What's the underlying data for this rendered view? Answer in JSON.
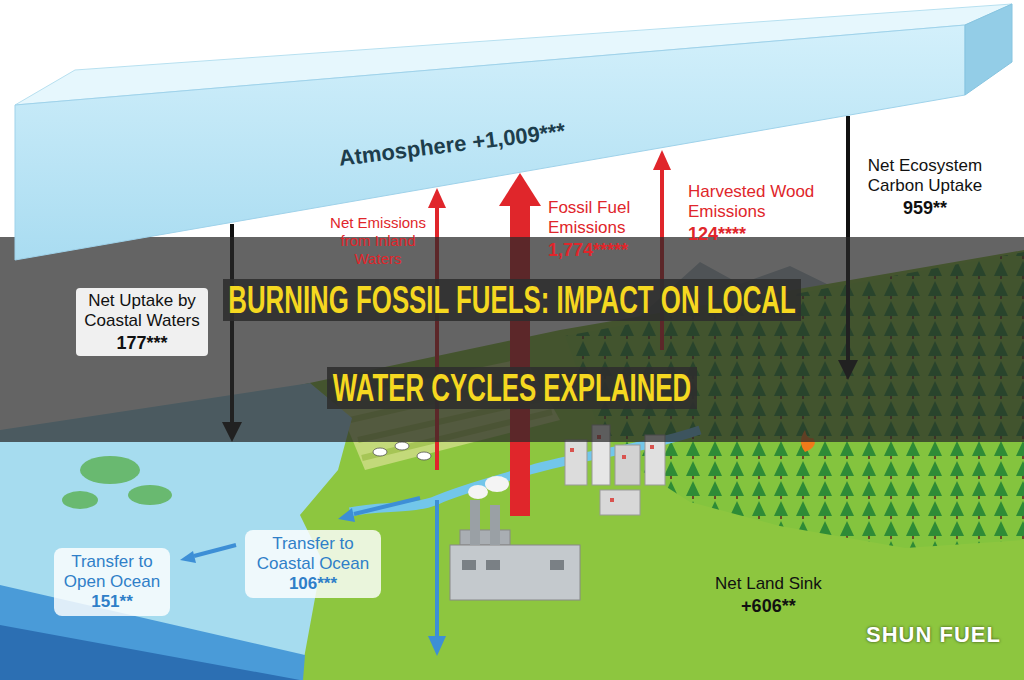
{
  "diagram": {
    "title": "BURNING FOSSIL FUELS: IMPACT ON LOCAL WATER CYCLES EXPLAINED",
    "nodes": [
      {
        "text": [
          "Atmosphere +1,009***"
        ]
      },
      {
        "text": [
          "Transfer to Coastal Ocean",
          "106***"
        ]
      },
      {
        "text": [
          "Transfer to Open Ocean",
          "151**"
        ]
      }
    ],
    "labels": [
      "Net Uptake by Coastal Waters",
      "177***",
      "Net Emissions from Inland Waters",
      "Fossil Fuel Emissions",
      "1,774*****",
      "Harvested Wood Emissions",
      "124****",
      "Net Ecosystem Carbon Uptake",
      "959**",
      "Net Land Sink",
      "+606**",
      "SHUN FUEL"
    ]
  }
}
